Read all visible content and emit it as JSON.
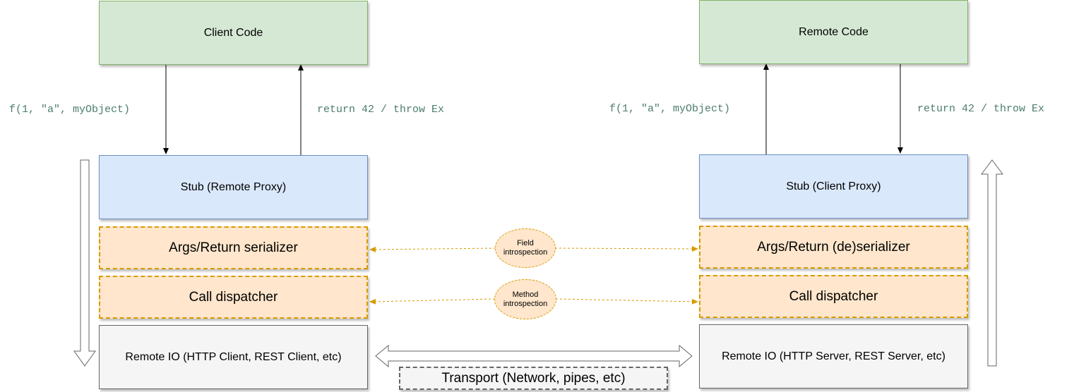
{
  "left": {
    "code_box": "Client Code",
    "stub_box": "Stub (Remote Proxy)",
    "serializer_box": "Args/Return serializer",
    "dispatcher_box": "Call dispatcher",
    "io_box": "Remote IO (HTTP Client, REST Client, etc)",
    "call_label": "f(1, \"a\", myObject)",
    "return_label": "return 42 / throw Ex"
  },
  "right": {
    "code_box": "Remote Code",
    "stub_box": "Stub (Client Proxy)",
    "serializer_box": "Args/Return (de)serializer",
    "dispatcher_box": "Call dispatcher",
    "io_box": "Remote IO (HTTP Server, REST Server, etc)",
    "call_label": "f(1, \"a\", myObject)",
    "return_label": "return 42 / throw Ex"
  },
  "middle": {
    "field_introspection": "Field\nintrospection",
    "method_introspection": "Method\nintrospection",
    "transport": "Transport (Network, pipes, etc)"
  },
  "colors": {
    "code_fill": "#d5e8d4",
    "stub_fill": "#dae8fc",
    "serializer_fill": "#ffe6cc",
    "io_fill": "#f5f5f5",
    "dashed_connector": "#d79b00",
    "code_label_text": "#4d7d6d"
  }
}
